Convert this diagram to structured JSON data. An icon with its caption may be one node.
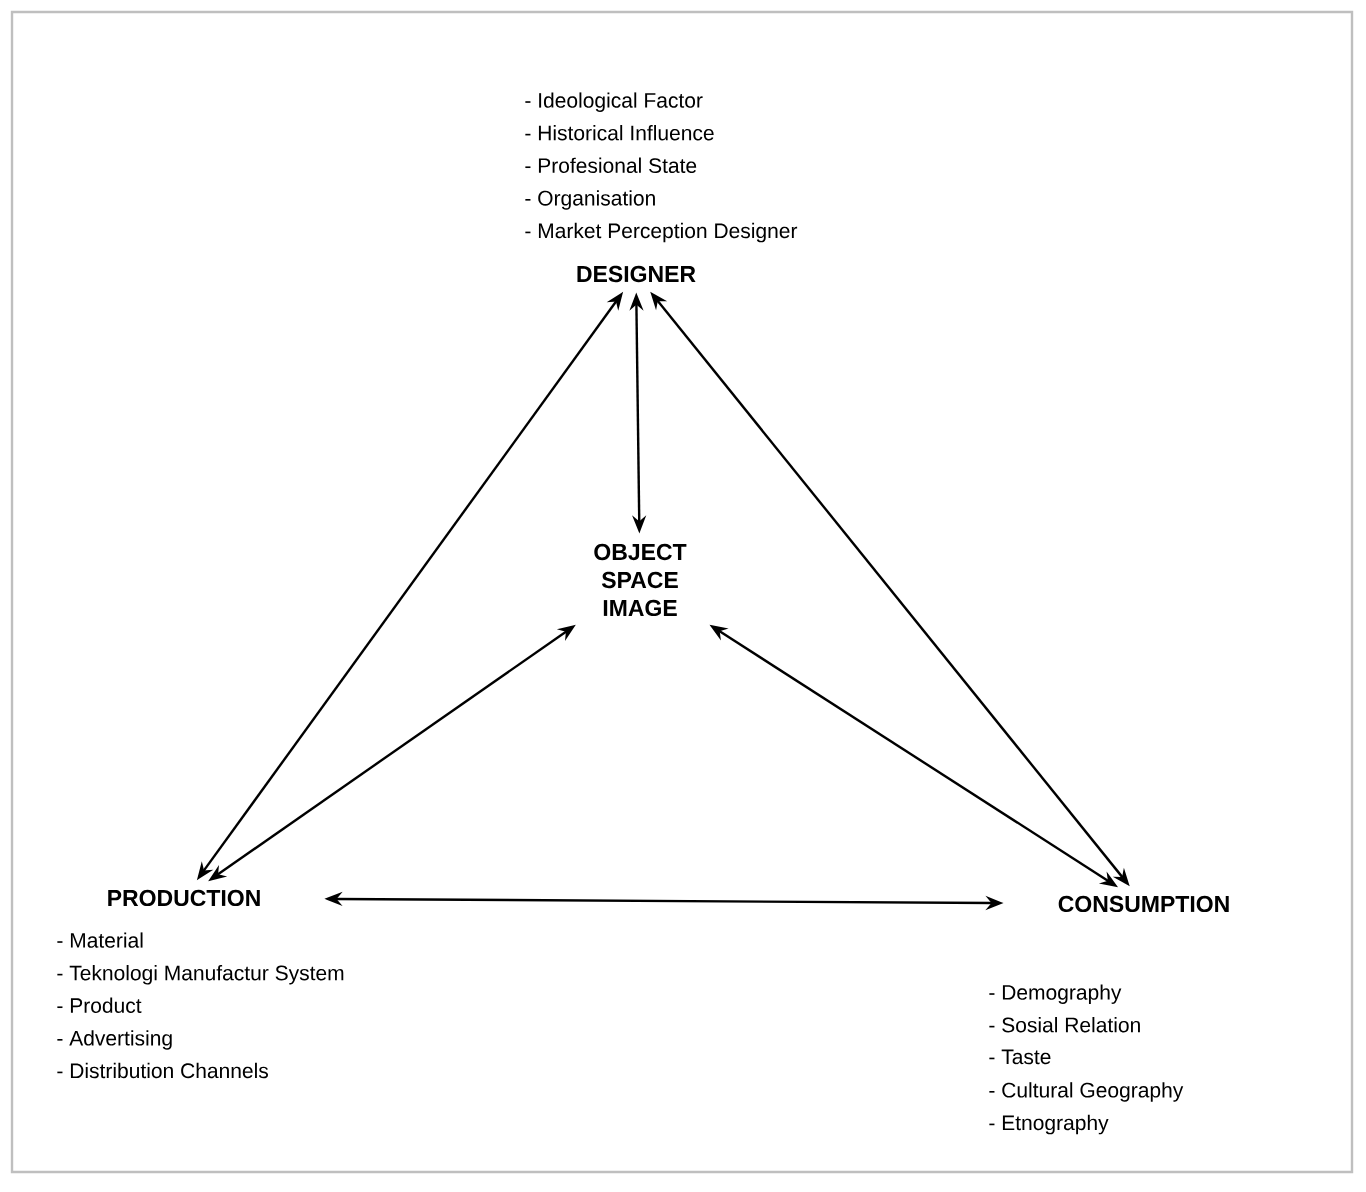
{
  "diagram": {
    "nodes": [
      {
        "text": [
          "DESIGNER"
        ],
        "beside": [
          "- Ideological Factor",
          "- Historical Influence",
          "- Profesional State",
          "- Organisation",
          "- Market Perception Designer"
        ]
      },
      {
        "text": [
          "OBJECT SPACE IMAGE"
        ]
      },
      {
        "text": [
          "PRODUCTION"
        ],
        "beside": [
          "- Material",
          "- Teknologi Manufactur System",
          "- Product",
          "- Advertising",
          "- Distribution Channels"
        ]
      },
      {
        "text": [
          "CONSUMPTION"
        ],
        "beside": [
          "- Demography",
          "- Sosial Relation",
          "- Taste",
          "- Cultural Geography",
          "- Etnography"
        ]
      }
    ],
    "edges": [
      {
        "from": 0,
        "to": 1,
        "arrow": "both"
      },
      {
        "from": 0,
        "to": 2,
        "arrow": "both"
      },
      {
        "from": 0,
        "to": 3,
        "arrow": "both"
      },
      {
        "from": 1,
        "to": 2,
        "arrow": "both"
      },
      {
        "from": 1,
        "to": 3,
        "arrow": "both"
      },
      {
        "from": 2,
        "to": 3,
        "arrow": "both"
      }
    ]
  }
}
